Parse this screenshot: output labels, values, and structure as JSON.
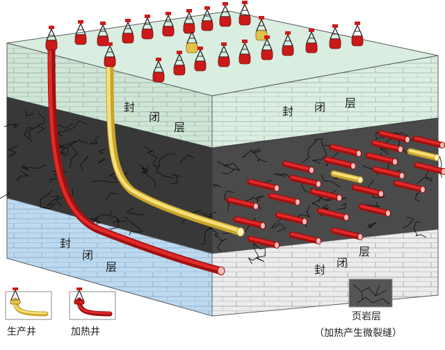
{
  "layers": {
    "top_cap": {
      "label_left": [
        "封",
        "闭",
        "层"
      ],
      "label_right": [
        "封",
        "闭",
        "层"
      ],
      "color": "#cfe6d6"
    },
    "shale": {
      "color": "#2f2f2f"
    },
    "bottom_cap": {
      "label_left": [
        "封",
        "闭",
        "层"
      ],
      "label_right": [
        "封",
        "闭",
        "层"
      ],
      "color": "#bcd9f0"
    }
  },
  "legend": {
    "production_well": "生产井",
    "heating_well": "加热井",
    "shale_line1": "页岩层",
    "shale_line2": "（加热产生微裂缝）",
    "production_color": "#f0d060",
    "heating_color": "#cc1a1a"
  }
}
